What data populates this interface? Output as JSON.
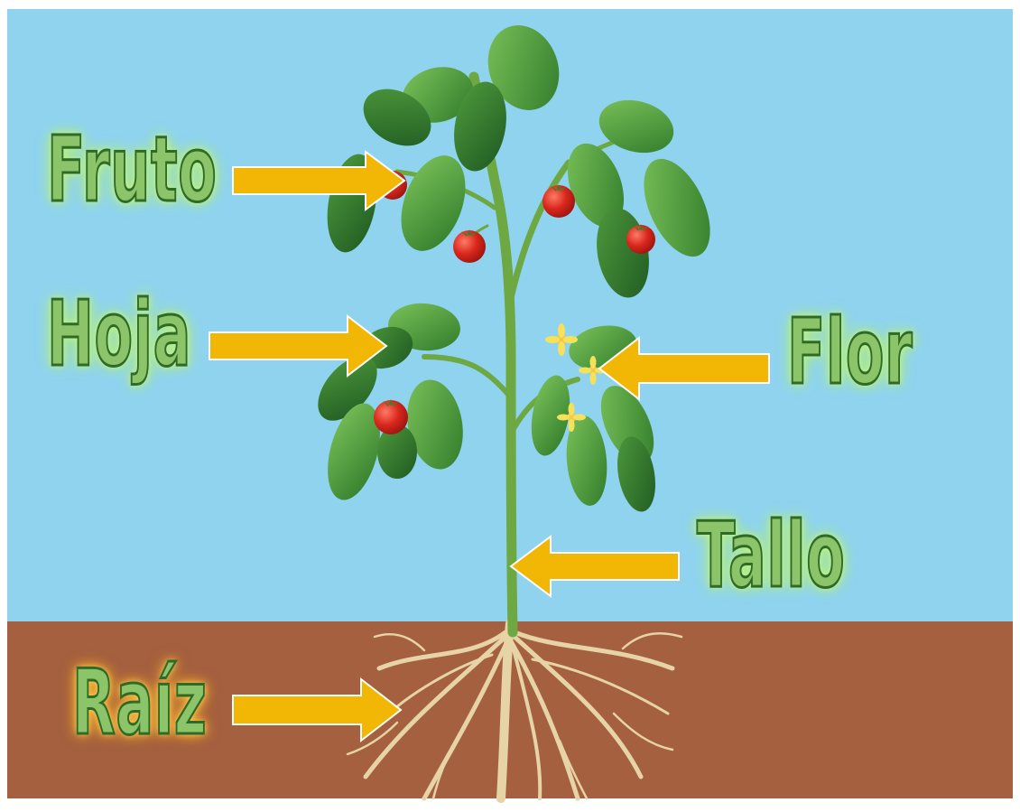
{
  "labels": {
    "fruto": "Fruto",
    "hoja": "Hoja",
    "flor": "Flor",
    "tallo": "Tallo",
    "raiz": "Raíz"
  },
  "colors": {
    "sky": "#8fd3ef",
    "soil": "#a4603f",
    "arrow": "#f2b705",
    "label_fill": "#8cc46a",
    "label_outline": "#2f6b24",
    "tomato": "#d9261c",
    "leaf": "#4f9a3a",
    "leaf_dark": "#2f6e28",
    "stem": "#6ea843",
    "root": "#e6d3a6",
    "flower": "#f5e25a"
  }
}
